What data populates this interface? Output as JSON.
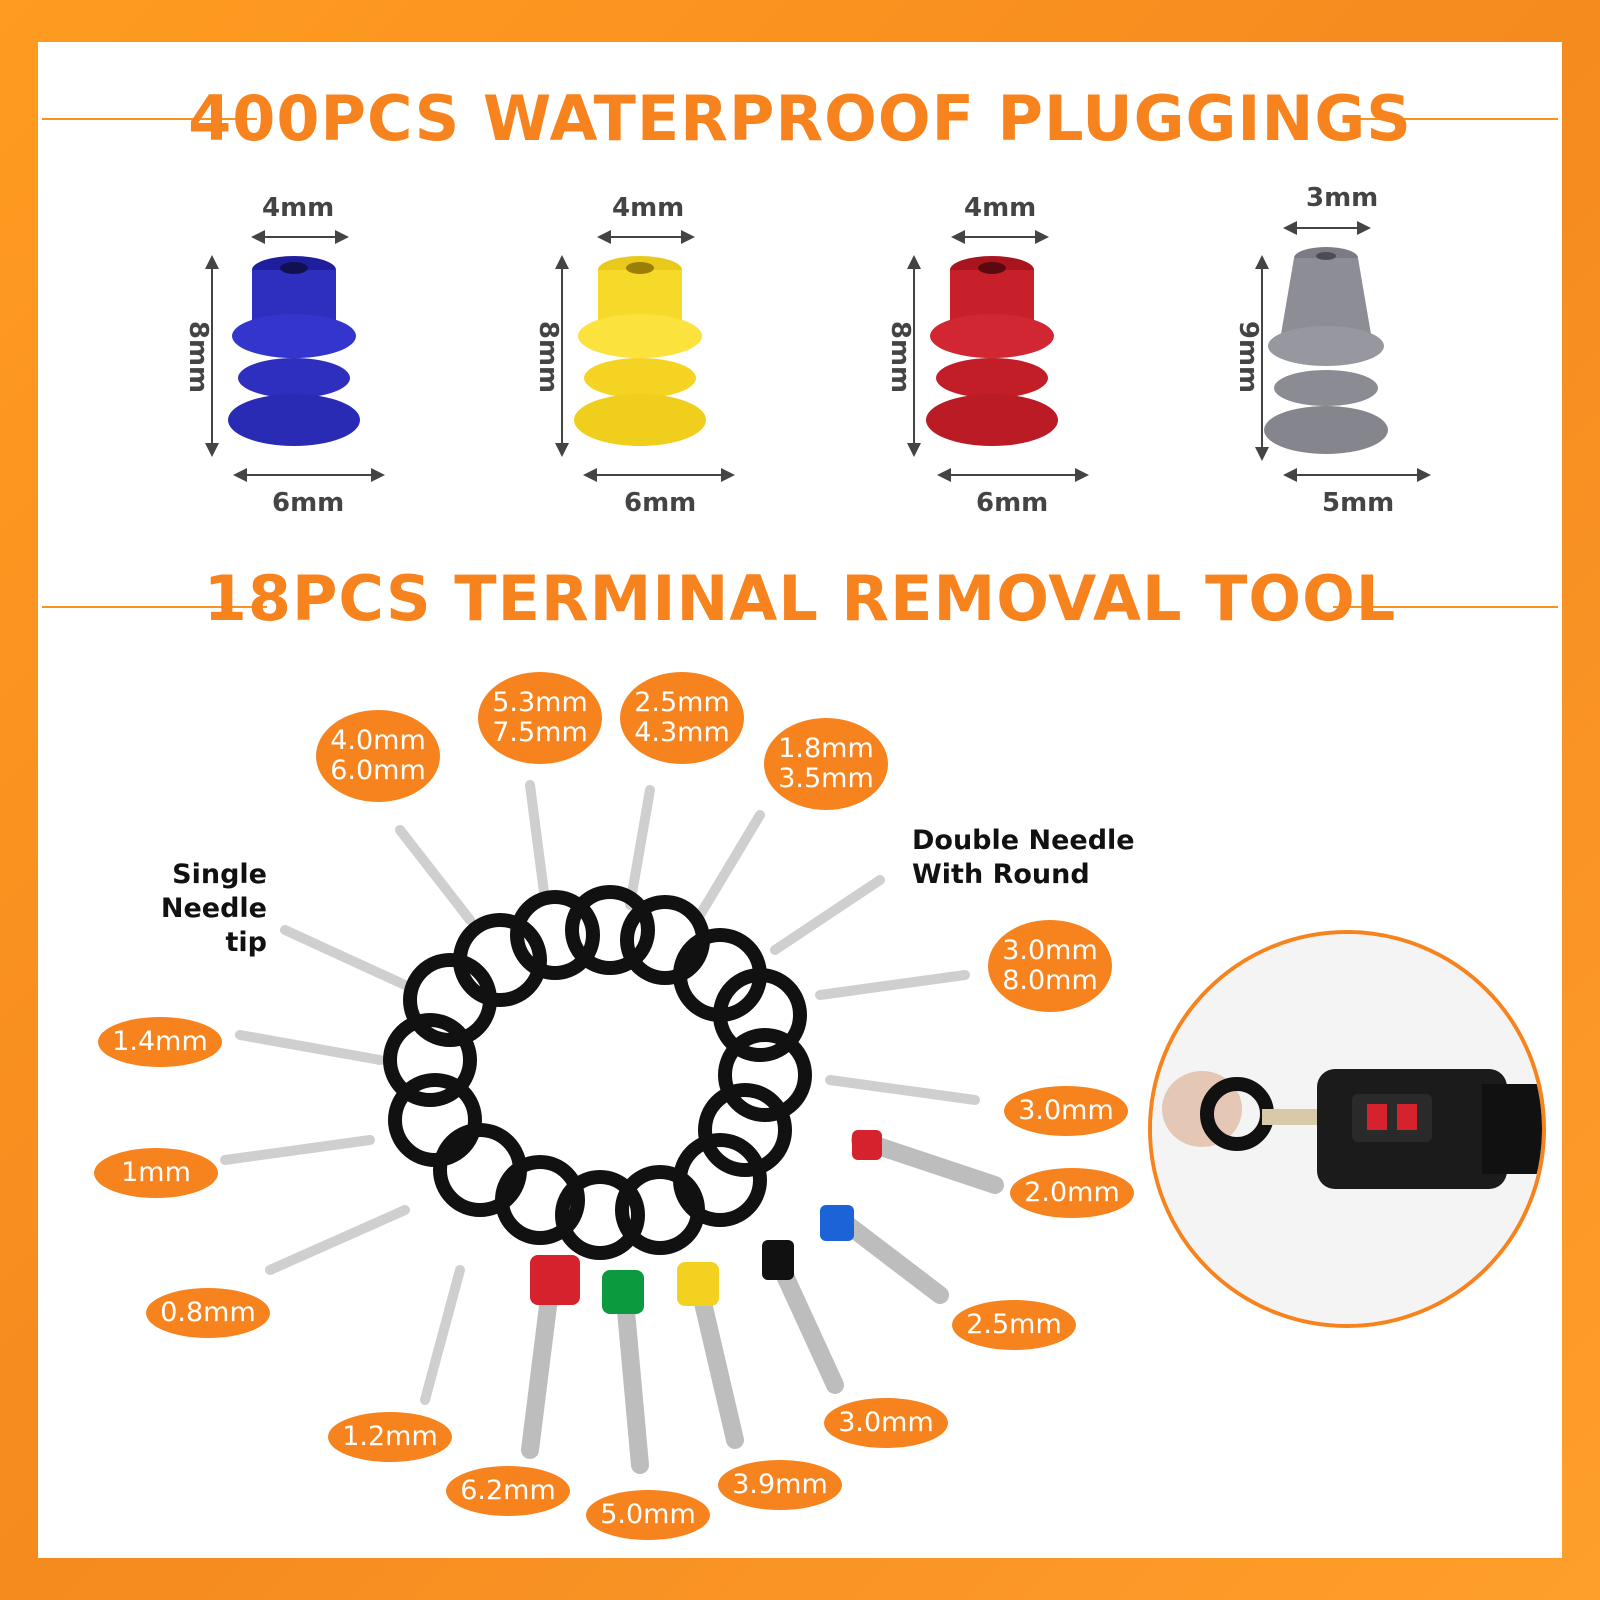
{
  "header": {
    "title_top": "400PCS WATERPROOF PLUGGINGS",
    "title_bottom": "18PCS TERMINAL REMOVAL TOOL"
  },
  "plugs": [
    {
      "color": "#2e2fbf",
      "top": "4mm",
      "height": "8mm",
      "bottom": "6mm"
    },
    {
      "color": "#f7d92a",
      "top": "4mm",
      "height": "8mm",
      "bottom": "6mm"
    },
    {
      "color": "#c8202a",
      "top": "4mm",
      "height": "8mm",
      "bottom": "6mm"
    },
    {
      "color": "#8d8d96",
      "top": "3mm",
      "height": "9mm",
      "bottom": "5mm"
    }
  ],
  "tool_notes": {
    "single": "Single\nNeedle tip",
    "double": "Double Needle\nWith Round"
  },
  "badges": [
    {
      "label": "4.0mm\n6.0mm"
    },
    {
      "label": "5.3mm\n7.5mm"
    },
    {
      "label": "2.5mm\n4.3mm"
    },
    {
      "label": "1.8mm\n3.5mm"
    },
    {
      "label": "3.0mm\n8.0mm"
    },
    {
      "label": "1.4mm"
    },
    {
      "label": "1mm"
    },
    {
      "label": "0.8mm"
    },
    {
      "label": "1.2mm"
    },
    {
      "label": "6.2mm"
    },
    {
      "label": "5.0mm"
    },
    {
      "label": "3.9mm"
    },
    {
      "label": "3.0mm"
    },
    {
      "label": "2.5mm"
    },
    {
      "label": "2.0mm"
    },
    {
      "label": "3.0mm"
    }
  ],
  "colors": {
    "accent": "#f7831f",
    "ring": "#111111",
    "steel": "#c9c9c9"
  }
}
